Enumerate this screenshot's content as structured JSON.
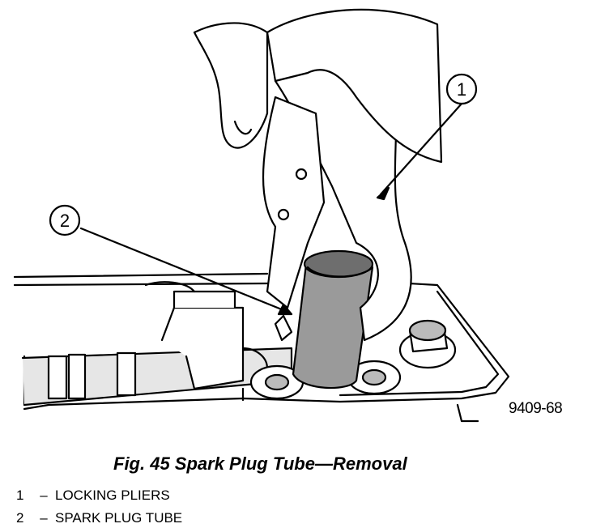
{
  "figure_id": "9409-68",
  "caption": "Fig. 45 Spark Plug Tube—Removal",
  "callouts": [
    {
      "number": "1",
      "dash": "–",
      "label": "LOCKING PLIERS"
    },
    {
      "number": "2",
      "dash": "–",
      "label": "SPARK PLUG TUBE"
    }
  ]
}
